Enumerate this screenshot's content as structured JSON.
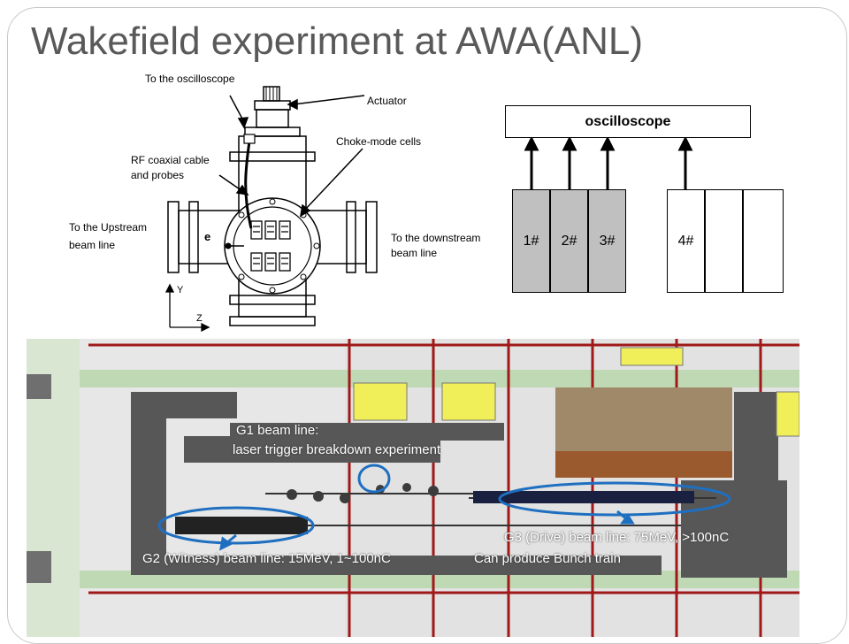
{
  "title": "Wakefield experiment at AWA(ANL)",
  "schematic": {
    "to_oscilloscope": "To the oscilloscope",
    "actuator": "Actuator",
    "choke_mode_cells": "Choke-mode cells",
    "rf_cable_line1": "RF  coaxial  cable",
    "rf_cable_line2": "and probes",
    "upstream_line1": "To  the  Upstream",
    "upstream_line2": "beam line",
    "downstream_line1": "To the downstream",
    "downstream_line2": "beam line",
    "electron": "e",
    "axis_y": "Y",
    "axis_z": "Z"
  },
  "oscilloscope": {
    "label": "oscilloscope",
    "channels": [
      "1#",
      "2#",
      "3#",
      "4#",
      "",
      ""
    ]
  },
  "floorplan": {
    "g1_line1": "G1 beam line:",
    "g1_line2": "laser trigger breakdown experiment",
    "g2": "G2 (Witness) beam line: 15MeV, 1~100nC",
    "g3_line1": "G3 (Drive) beam line: 75MeV, >100nC",
    "g3_line2": "Can produce Bunch train"
  },
  "colors": {
    "title": "#595959",
    "channel_grey": "#c0c0c0",
    "beam_ellipse": "#1f6fc0",
    "shield_block": "#555555",
    "floor_wall": "#a01818"
  }
}
